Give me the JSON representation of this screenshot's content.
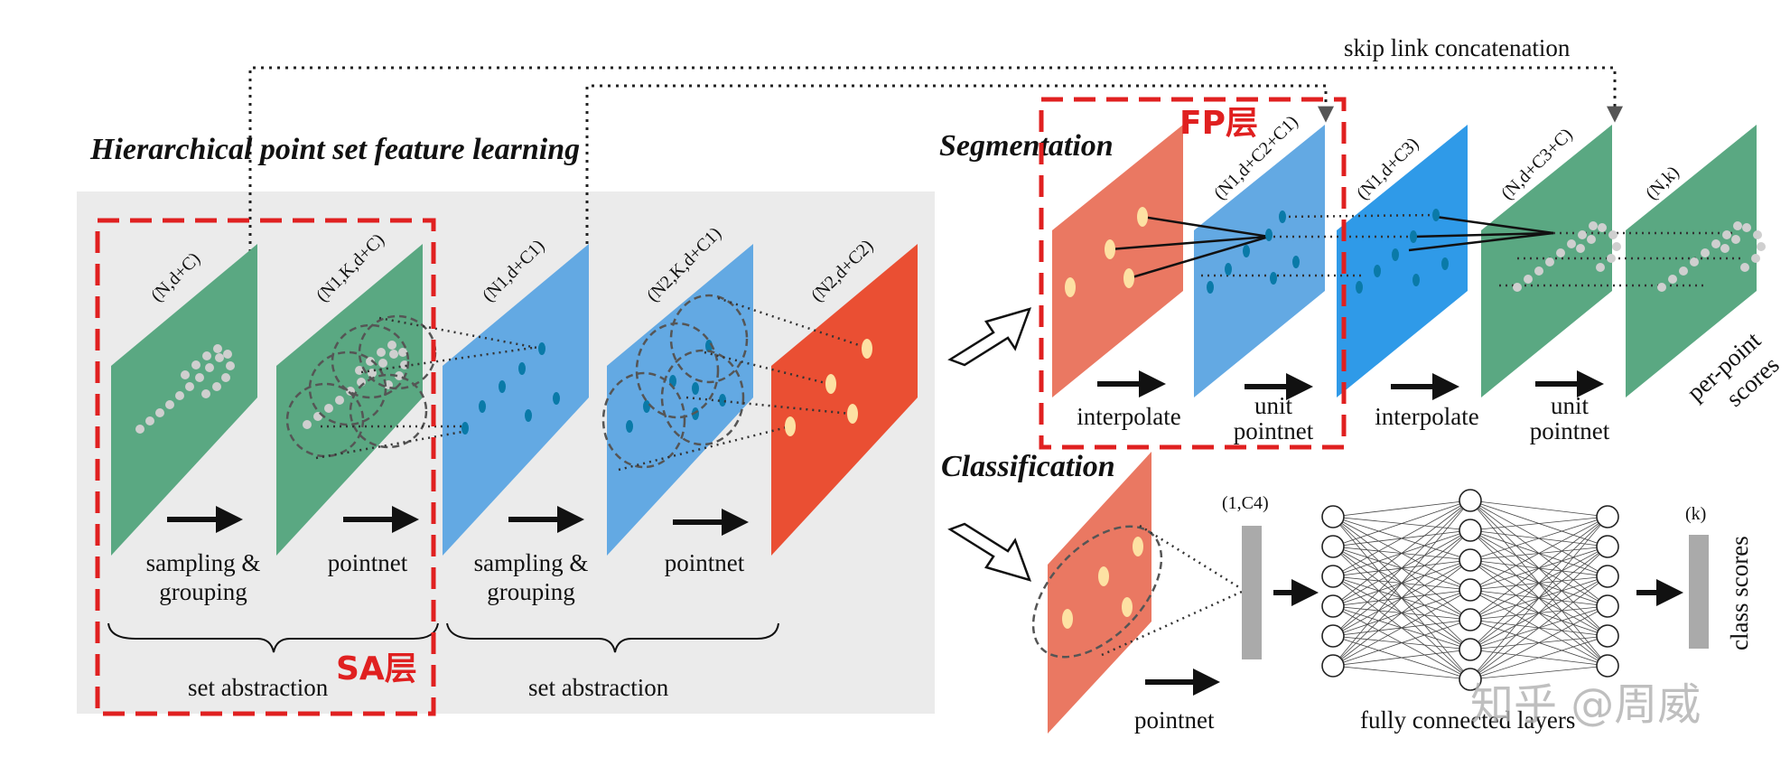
{
  "titles": {
    "hierarchical": "Hierarchical point set feature learning",
    "segmentation": "Segmentation",
    "classification": "Classification",
    "skip_link": "skip link concatenation"
  },
  "annotations": {
    "sa_layer": "SA层",
    "fp_layer": "FP层",
    "highlight_color": "#e02020"
  },
  "sa_planes": [
    {
      "dim": "(N,d+C)",
      "color": "#5aa882"
    },
    {
      "dim": "(N1,K,d+C)",
      "color": "#5aa882"
    },
    {
      "dim": "(N1,d+C1)",
      "color": "#63a9e3"
    },
    {
      "dim": "(N2,K,d+C1)",
      "color": "#63a9e3"
    },
    {
      "dim": "(N2,d+C2)",
      "color": "#ea4f33"
    }
  ],
  "sa_steps": [
    {
      "line1": "sampling &",
      "line2": "grouping"
    },
    {
      "line1": "pointnet",
      "line2": ""
    },
    {
      "line1": "sampling &",
      "line2": "grouping"
    },
    {
      "line1": "pointnet",
      "line2": ""
    }
  ],
  "set_abstraction": [
    "set abstraction",
    "set abstraction"
  ],
  "seg_planes": [
    {
      "dim": "",
      "color": "#ea7862"
    },
    {
      "dim": "(N1,d+C2+C1)",
      "color": "#63a9e3"
    },
    {
      "dim": "(N1,d+C3)",
      "color": "#2f9ae8"
    },
    {
      "dim": "(N,d+C3+C)",
      "color": "#5aa882"
    },
    {
      "dim": "(N,k)",
      "color": "#5aa882"
    }
  ],
  "seg_steps": [
    {
      "line1": "interpolate",
      "line2": ""
    },
    {
      "line1": "unit",
      "line2": "pointnet"
    },
    {
      "line1": "interpolate",
      "line2": ""
    },
    {
      "line1": "unit",
      "line2": "pointnet"
    }
  ],
  "per_point": {
    "line1": "per-point",
    "line2": "scores"
  },
  "classification": {
    "plane_color": "#ea7862",
    "pointnet": "pointnet",
    "vec_dim": "(1,C4)",
    "fc_label": "fully connected layers",
    "out_dim": "(k)",
    "out_label": "class scores"
  },
  "watermark": "知乎 @周威"
}
